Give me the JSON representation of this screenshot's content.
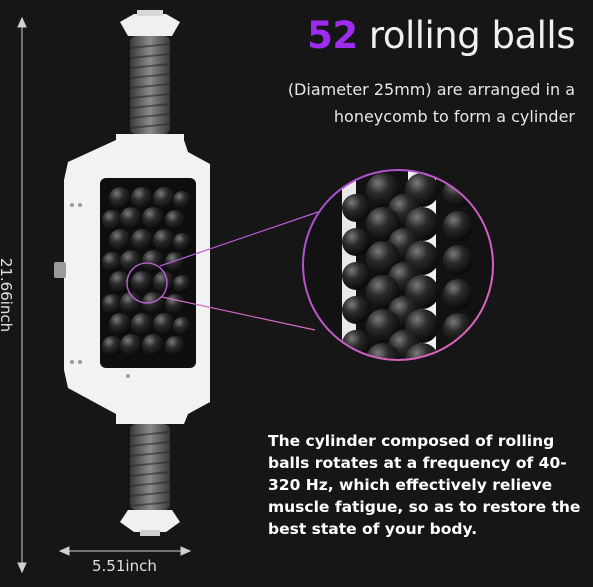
{
  "headline": {
    "number": "52",
    "text": " rolling balls"
  },
  "subtitle": "(Diameter 25mm) are arranged in a honeycomb to form a cylinder",
  "description": "The cylinder composed of rolling balls rotates at a frequency of 40-320 Hz, which effectively relieve muscle fatigue, so as to restore the best state of your body.",
  "dimensions": {
    "width": "5.51inch",
    "height": "21.66inch"
  },
  "colors": {
    "accent": "#9d2bf0",
    "background": "#161616",
    "frame": "#f2f2f2"
  },
  "illustration": {
    "product": "massage-roller-device",
    "icons": [
      "ball-cylinder",
      "magnifier-circle",
      "dimension-arrows"
    ]
  }
}
